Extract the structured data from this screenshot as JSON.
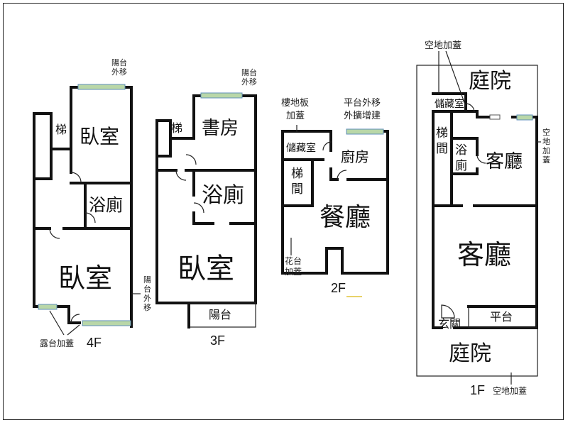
{
  "floors": {
    "f4": {
      "label": "4F",
      "rooms": {
        "bedroom_top": "臥室",
        "stair": "梯",
        "bath": "浴廁",
        "bedroom_main": "臥室"
      },
      "notes": {
        "balcony_move": "陽台\n外移",
        "balcony_side": "陽\n台\n外\n移",
        "terrace_cover": "露台加蓋"
      }
    },
    "f3": {
      "label": "3F",
      "rooms": {
        "study": "書房",
        "stair": "梯",
        "bath": "浴廁",
        "bedroom": "臥室",
        "balcony": "陽台"
      },
      "notes": {
        "balcony_move": "陽台\n外移"
      }
    },
    "f2": {
      "label": "2F",
      "rooms": {
        "storage": "儲藏室",
        "kitchen": "廚房",
        "stair": "梯\n間",
        "dining": "餐廳"
      },
      "notes": {
        "floor_cover": "樓地板\n加蓋",
        "platform_ext": "平台外移\n外擴增建",
        "planter_cover": "花台\n加蓋"
      }
    },
    "f1": {
      "label": "1F",
      "rooms": {
        "yard_top": "庭院",
        "storage": "儲藏室",
        "stair": "梯\n間",
        "bath": "浴\n廁",
        "living_small": "客廳",
        "living_main": "客廳",
        "entry": "玄關",
        "platform": "平台",
        "yard_bottom": "庭院"
      },
      "notes": {
        "vacant_top": "空地加蓋",
        "vacant_side": "空\n地\n加\n蓋",
        "vacant_bottom": "空地加蓋"
      }
    }
  },
  "colors": {
    "wall": "#111111",
    "window": "#b9d7a8",
    "window_edge": "#5f8fb8"
  }
}
